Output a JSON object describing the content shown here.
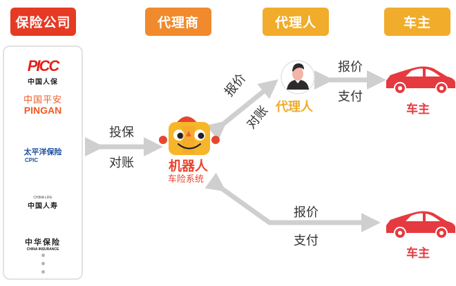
{
  "headers": {
    "insurer": "保险公司",
    "dealer": "代理商",
    "agent": "代理人",
    "owner": "车主"
  },
  "insurers": {
    "picc": {
      "mark": "PICC",
      "name": "中国人保"
    },
    "pingan": {
      "name_cn": "中国平安",
      "name_en": "PINGAN"
    },
    "cpic": {
      "name_cn": "太平洋保险",
      "name_en": "CPIC"
    },
    "chinalife": {
      "name_en": "CHINA LIFE",
      "name_cn": "中国人寿"
    },
    "chinainsurance": {
      "name_cn": "中华保险",
      "name_en": "CHINA INSURANCE"
    }
  },
  "robot": {
    "title": "机器人",
    "subtitle": "车险系统"
  },
  "agent_node": {
    "label": "代理人"
  },
  "owner_top": {
    "label": "车主"
  },
  "owner_bottom": {
    "label": "车主"
  },
  "arrows": {
    "insurer_robot": {
      "top": "投保",
      "bottom": "对账"
    },
    "robot_agent": {
      "top": "报价",
      "bottom": "对账"
    },
    "agent_owner": {
      "top": "报价",
      "bottom": "支付"
    },
    "robot_owner": {
      "top": "报价",
      "bottom": "支付"
    }
  },
  "colors": {
    "insurer_tag": "#e53a24",
    "dealer_tag": "#f08a2c",
    "agent_tag": "#f0ac2a",
    "owner_tag": "#f0ac2a",
    "car_red": "#e53a3f",
    "robot_yellow": "#f6b62a",
    "arrow_gray": "#cfcfcf"
  }
}
